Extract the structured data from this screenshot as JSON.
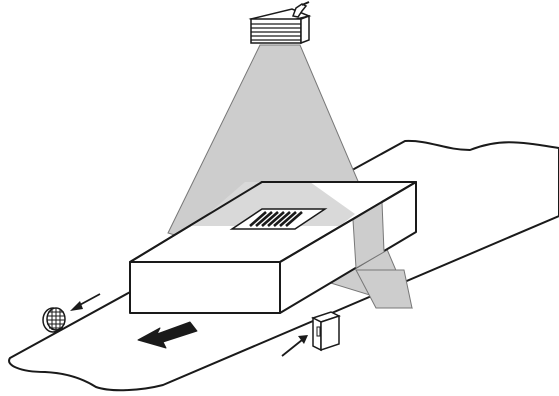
{
  "diagram": {
    "elements": [
      "barcode-scanner",
      "scan-beam",
      "conveyor-belt",
      "package",
      "barcode-label",
      "direction-arrow",
      "reflector",
      "photo-sensor"
    ]
  },
  "colors": {
    "line": "#1a1a1a",
    "beam": "#cdcdcd",
    "beam_edge": "#777777",
    "fill": "#ffffff",
    "arrow": "#1a1a1a"
  }
}
